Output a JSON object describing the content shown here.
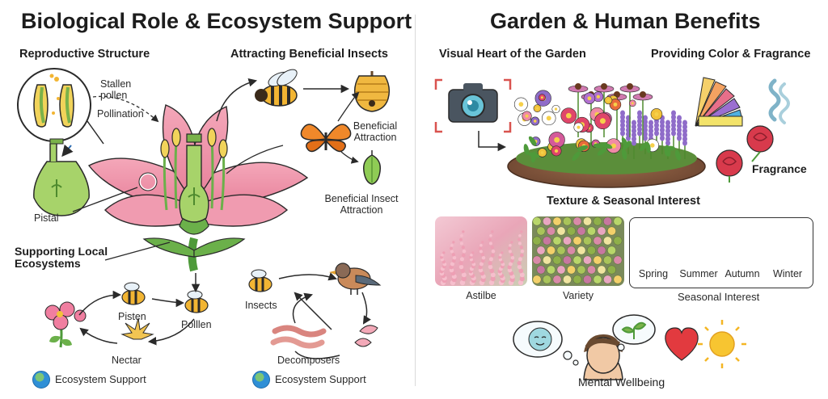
{
  "left": {
    "title": "Biological Role & Ecosystem Support",
    "reproductive": {
      "heading": "Reproductive Structure",
      "stallen_pollen": "Stallen\npollen",
      "pollination": "Pollination",
      "pistal": "Pistal"
    },
    "insects": {
      "heading": "Attracting Beneficial Insects",
      "beneficial_attraction": "Beneficial\nAttraction",
      "beneficial_insect_attraction": "Beneficial Insect\nAttraction"
    },
    "supporting": "Supporting Local\nEcosystems",
    "cycle_left": {
      "pisten": "Pisten",
      "polllen": "Polllen",
      "nectar": "Nectar",
      "ecosystem_support": "Ecosystem Support"
    },
    "cycle_right": {
      "insects": "Insects",
      "decomposers": "Decomposers",
      "ecosystem_support": "Ecosystem Support"
    }
  },
  "right": {
    "title": "Garden & Human Benefits",
    "visual_heart": "Visual Heart of the Garden",
    "color_fragrance": "Providing Color & Fragrance",
    "fragrance": "Fragrance",
    "texture_heading": "Texture & Seasonal Interest",
    "astilbe": "Astilbe",
    "variety": "Variety",
    "seasons": [
      "Spring",
      "Summer",
      "Autumn",
      "Winter"
    ],
    "seasonal_interest": "Seasonal Interest",
    "mental_wellbeing": "Mental Wellbeing"
  },
  "colors": {
    "petal_pink": "#ef8fa6",
    "leaf_green": "#6bb04a",
    "bee_yellow": "#f2b533",
    "lavender": "#8f6cc9"
  },
  "icons": [
    "camera-icon",
    "color-swatch-icon",
    "fragrance-waves-icon",
    "rose-icon",
    "bee-icon",
    "butterfly-icon",
    "beehive-icon",
    "chrysalis-icon",
    "bird-icon",
    "worm-icon",
    "globe-icon",
    "thought-bubble-icon",
    "heart-icon",
    "sun-icon"
  ]
}
